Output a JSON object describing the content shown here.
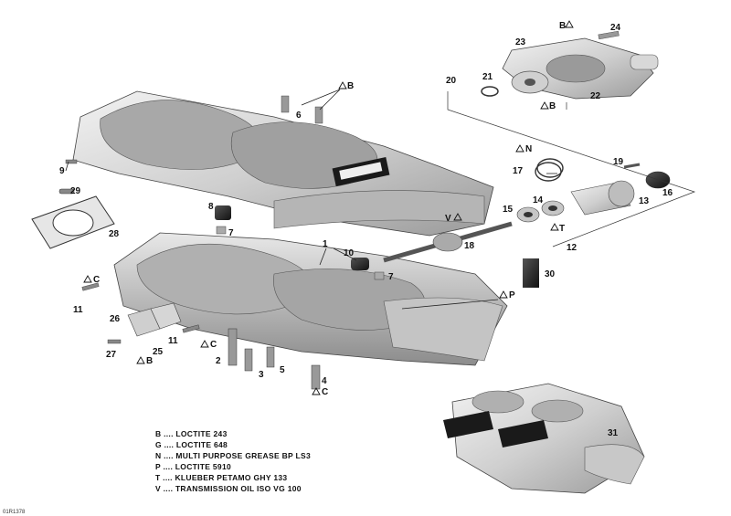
{
  "callouts": [
    "1",
    "2",
    "3",
    "4",
    "5",
    "6",
    "7",
    "7",
    "8",
    "9",
    "10",
    "11",
    "11",
    "12",
    "13",
    "14",
    "15",
    "16",
    "17",
    "18",
    "19",
    "20",
    "21",
    "22",
    "23",
    "24",
    "25",
    "26",
    "27",
    "28",
    "29",
    "30",
    "31"
  ],
  "product_markers": [
    "B",
    "B",
    "B",
    "B",
    "N",
    "V",
    "T",
    "C",
    "C",
    "C",
    "P"
  ],
  "legend": [
    "B .... LOCTITE 243",
    "G .... LOCTITE 648",
    "N .... MULTI PURPOSE GREASE BP LS3",
    "P .... LOCTITE 5910",
    "T .... KLUEBER PETAMO GHY 133",
    "V .... TRANSMISSION OIL ISO VG 100"
  ],
  "footer_code": "01R1378"
}
